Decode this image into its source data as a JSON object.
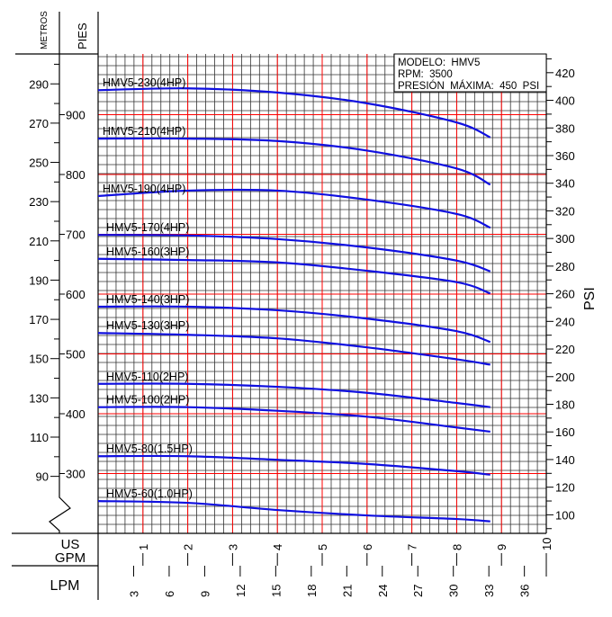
{
  "chart_data": {
    "type": "line",
    "title": "",
    "info_box": {
      "model": "MODELO:  HMV5",
      "rpm": "RPM:  3500",
      "max_pressure": "PRESIÓN  MÁXIMA:  450  PSI"
    },
    "axes": {
      "left_outer": {
        "label": "METROS",
        "unit": "m",
        "ticks": [
          90,
          110,
          130,
          150,
          170,
          190,
          210,
          230,
          250,
          270,
          290
        ]
      },
      "left_inner": {
        "label": "PIES",
        "unit": "ft",
        "ticks": [
          300,
          400,
          500,
          600,
          700,
          800,
          900
        ],
        "range": [
          200,
          1000
        ]
      },
      "right": {
        "label": "PSI",
        "unit": "psi",
        "ticks": [
          100,
          120,
          140,
          160,
          180,
          200,
          220,
          240,
          260,
          280,
          300,
          320,
          340,
          360,
          380,
          400,
          420
        ]
      },
      "bottom_gpm": {
        "label": "US\nGPM",
        "label_lines": [
          "US",
          "GPM"
        ],
        "ticks": [
          1,
          2,
          3,
          4,
          5,
          6,
          7,
          8,
          9,
          10
        ],
        "range": [
          0,
          10
        ]
      },
      "bottom_lpm": {
        "label": "LPM",
        "ticks": [
          3,
          6,
          9,
          12,
          15,
          18,
          21,
          24,
          27,
          30,
          33,
          36
        ]
      }
    },
    "grid": true,
    "x_gpm": [
      0,
      2,
      4,
      6,
      8,
      8.75
    ],
    "series": [
      {
        "name": "HMV5-230(4HP)",
        "values_ft": [
          941,
          944,
          937,
          919,
          887,
          862
        ]
      },
      {
        "name": "HMV5-210(4HP)",
        "values_ft": [
          860,
          860,
          856,
          840,
          810,
          783
        ]
      },
      {
        "name": "HMV5-190(4HP)",
        "values_ft": [
          764,
          773,
          773,
          758,
          734,
          711
        ]
      },
      {
        "name": "HMV5-170(4HP)",
        "values_ft": [
          699,
          698,
          692,
          678,
          656,
          638
        ]
      },
      {
        "name": "HMV5-160(3HP)",
        "values_ft": [
          659,
          657,
          653,
          639,
          620,
          601
        ]
      },
      {
        "name": "HMV5-140(3HP)",
        "values_ft": [
          579,
          579,
          573,
          559,
          538,
          520
        ]
      },
      {
        "name": "HMV5-130(3HP)",
        "values_ft": [
          535,
          532,
          526,
          511,
          491,
          482
        ]
      },
      {
        "name": "HMV5-110(2HP)",
        "values_ft": [
          450,
          450,
          445,
          435,
          418,
          411
        ]
      },
      {
        "name": "HMV5-100(2HP)",
        "values_ft": [
          411,
          411,
          405,
          395,
          377,
          370
        ]
      },
      {
        "name": "HMV5-80(1.5HP)",
        "values_ft": [
          329,
          329,
          323,
          316,
          304,
          298
        ]
      },
      {
        "name": "HMV5-60(1.0HP)",
        "values_ft": [
          254,
          251,
          239,
          230,
          224,
          220
        ]
      }
    ],
    "colors": {
      "curve": "#1010e0",
      "major_grid": "#ff0000",
      "minor_grid": "#333333"
    }
  }
}
